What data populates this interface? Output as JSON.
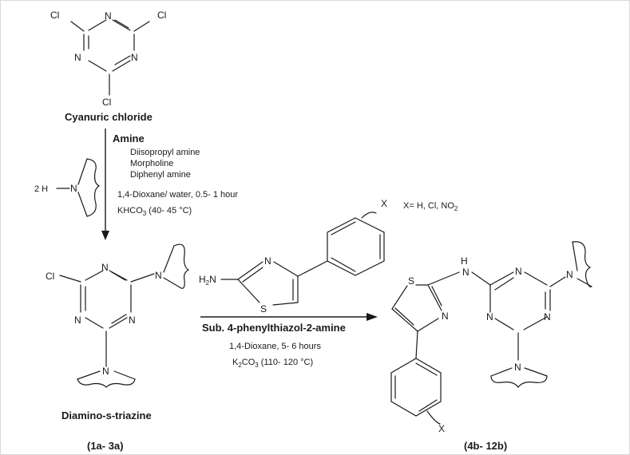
{
  "atoms": {
    "cl": "Cl",
    "n": "N",
    "s": "S",
    "h2n": "H2N",
    "h_n": "H",
    "x": "X"
  },
  "compounds": {
    "cyanuric_chloride": "Cyanuric chloride",
    "diamino_triazine": "Diamino-s-triazine",
    "diamino_ids": "(1a- 3a)",
    "product_ids": "(4b- 12b)"
  },
  "step1": {
    "reagent_title": "Amine",
    "amines": [
      "Diisopropyl amine",
      "Morpholine",
      "Diphenyl amine"
    ],
    "amine_equiv": "2 H",
    "solvent": "1,4-Dioxane/ water, 0.5- 1 hour",
    "base": "KHCO",
    "base_subscript": "3",
    "base_temp": " (40- 45 °C)"
  },
  "step2": {
    "reagent": "Sub. 4-phenylthiazol-2-amine",
    "solvent": "1,4-Dioxane, 5- 6 hours",
    "base_prefix": "K",
    "base_sub1": "2",
    "base_mid": "CO",
    "base_sub2": "3",
    "base_temp": " (110- 120 °C)"
  },
  "substituent": {
    "text": "X= H, Cl, NO",
    "subscript": "2"
  }
}
